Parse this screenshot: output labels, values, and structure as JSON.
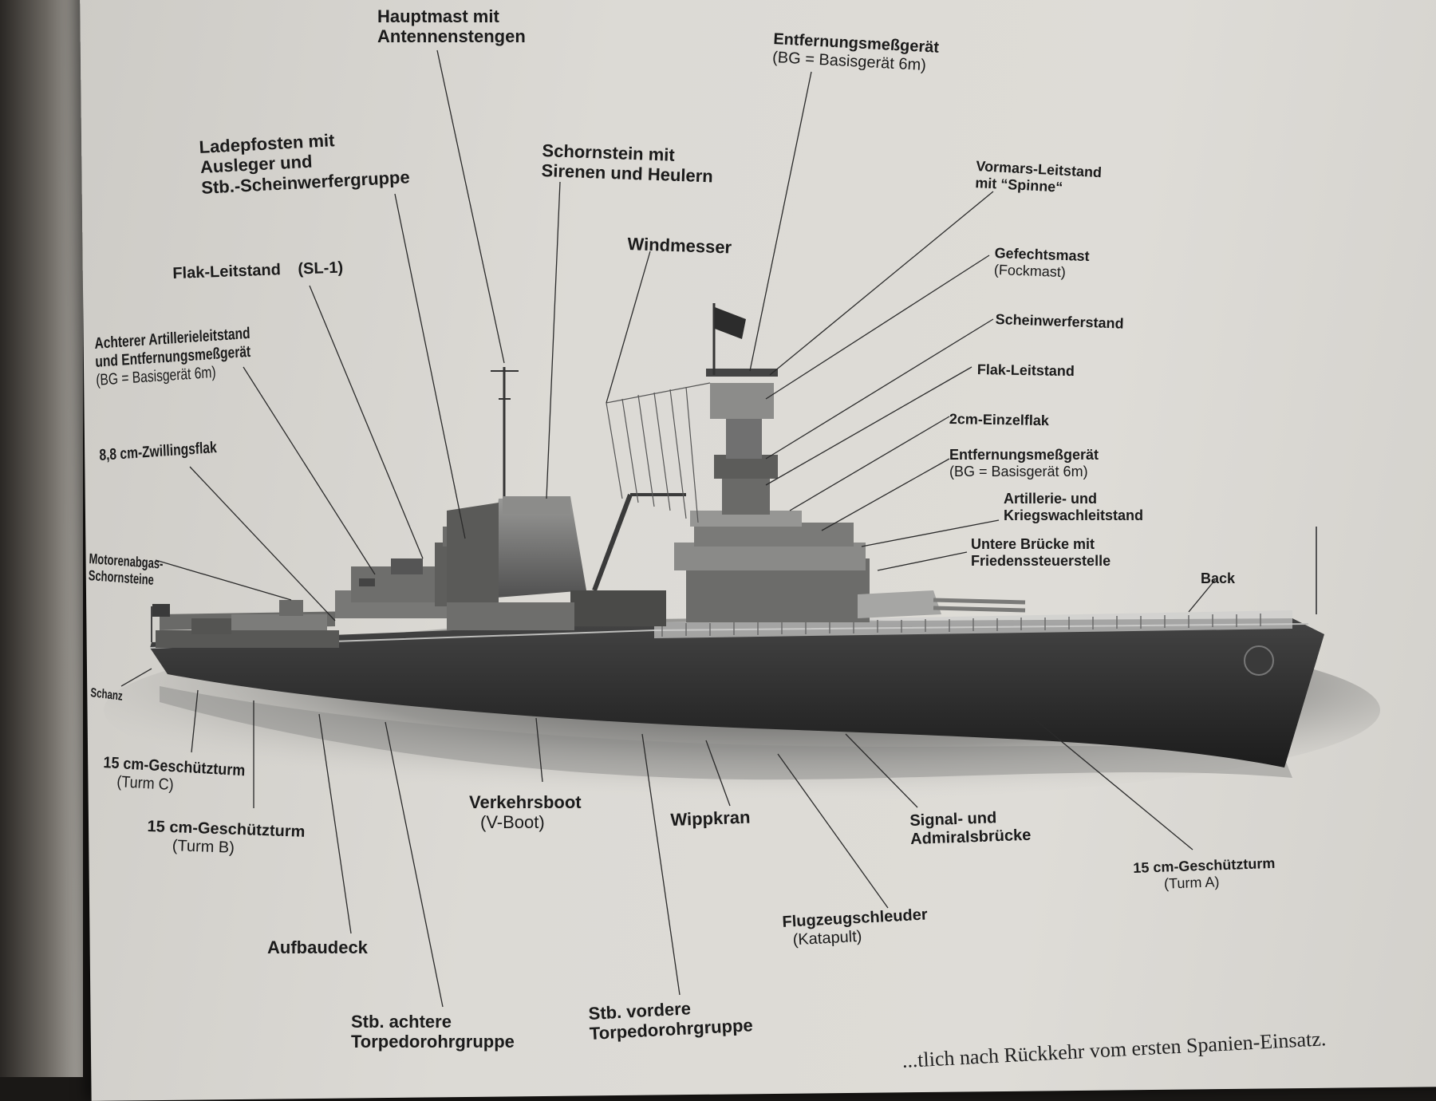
{
  "labels": {
    "hauptmast": {
      "l1": "Hauptmast mit",
      "l2": "Antennenstengen"
    },
    "entfernung_top": {
      "l1": "Entfernungsmeßgerät",
      "l2": "(BG = Basisgerät 6m)"
    },
    "ladepfosten": {
      "l1": "Ladepfosten mit",
      "l2": "Ausleger und",
      "l3": "Stb.-Scheinwerfergruppe"
    },
    "schornstein": {
      "l1": "Schornstein mit",
      "l2": "Sirenen und Heulern"
    },
    "vormars": {
      "l1": "Vormars-Leitstand",
      "l2": "mit “Spinne“"
    },
    "windmesser": {
      "l1": "Windmesser"
    },
    "gefechtsmast": {
      "l1": "Gefechtsmast",
      "l2": "(Fockmast)"
    },
    "flak_sl1": {
      "l1": "Flak-Leitstand",
      "l2": "(SL-1)"
    },
    "scheinwerferstand": {
      "l1": "Scheinwerferstand"
    },
    "achterer": {
      "l1": "Achterer Artillerieleitstand",
      "l2": "und Entfernungsmeßgerät",
      "l3": "(BG = Basisgerät 6m)"
    },
    "flak_leitstand": {
      "l1": "Flak-Leitstand"
    },
    "einzelflak": {
      "l1": "2cm-Einzelflak"
    },
    "zwillingsflak": {
      "l1": "8,8 cm-Zwillingsflak"
    },
    "entfernung_fwd": {
      "l1": "Entfernungsmeßgerät",
      "l2": "(BG = Basisgerät 6m)"
    },
    "artillerie": {
      "l1": "Artillerie- und",
      "l2": "Kriegswachleitstand"
    },
    "motoren": {
      "l1": "Motorenabgas-",
      "l2": "Schornsteine"
    },
    "untere_bruecke": {
      "l1": "Untere Brücke mit",
      "l2": "Friedenssteuerstelle"
    },
    "back": {
      "l1": "Back"
    },
    "schanz": {
      "l1": "Schanz"
    },
    "turm_c": {
      "l1": "15 cm-Geschützturm",
      "l2": "(Turm C)"
    },
    "turm_b": {
      "l1": "15 cm-Geschützturm",
      "l2": "(Turm B)"
    },
    "verkehrsboot": {
      "l1": "Verkehrsboot",
      "l2": "(V-Boot)"
    },
    "wippkran": {
      "l1": "Wippkran"
    },
    "signal": {
      "l1": "Signal- und",
      "l2": "Admiralsbrücke"
    },
    "turm_a": {
      "l1": "15 cm-Geschützturm",
      "l2": "(Turm A)"
    },
    "aufbaudeck": {
      "l1": "Aufbaudeck"
    },
    "flugzeug": {
      "l1": "Flugzeugschleuder",
      "l2": "(Katapult)"
    },
    "torpedo_achtere": {
      "l1": "Stb. achtere",
      "l2": "Torpedorohrgruppe"
    },
    "torpedo_vordere": {
      "l1": "Stb. vordere",
      "l2": "Torpedorohrgruppe"
    }
  },
  "caption": "...tlich nach Rückkehr vom ersten Spanien-Einsatz.",
  "colors": {
    "paper": "#dedcd7",
    "ink": "#1b1b1b",
    "hull": "#2a2a2a"
  }
}
